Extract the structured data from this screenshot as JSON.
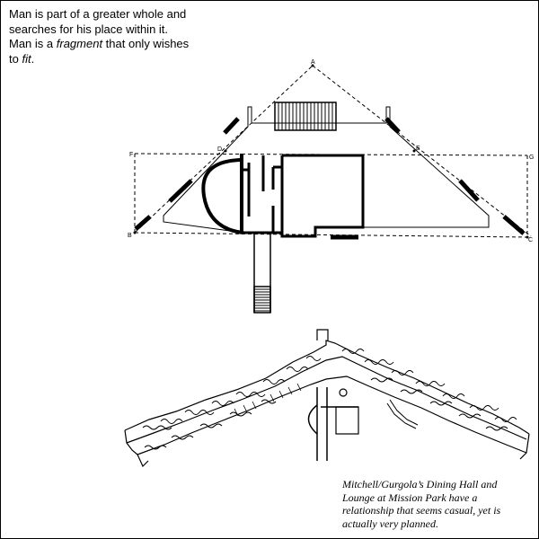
{
  "quote": {
    "line1": "Man is part of a greater whole and",
    "line2": "searches for his place within it.",
    "line3": "Man is a ",
    "line3_em": "fragment",
    "line3_end": " that only wishes",
    "line4": "to ",
    "line4_em": "fit",
    "line4_end": "."
  },
  "diagram": {
    "points": {
      "a": "A",
      "b": "B",
      "c": "C",
      "d": "D",
      "e": "E",
      "f": "F",
      "g": "G"
    }
  },
  "caption": {
    "text": "Mitchell/Gurgola’s Dining Hall and Lounge at Mission Park have a relationship that seems casual, yet is actually very planned."
  }
}
